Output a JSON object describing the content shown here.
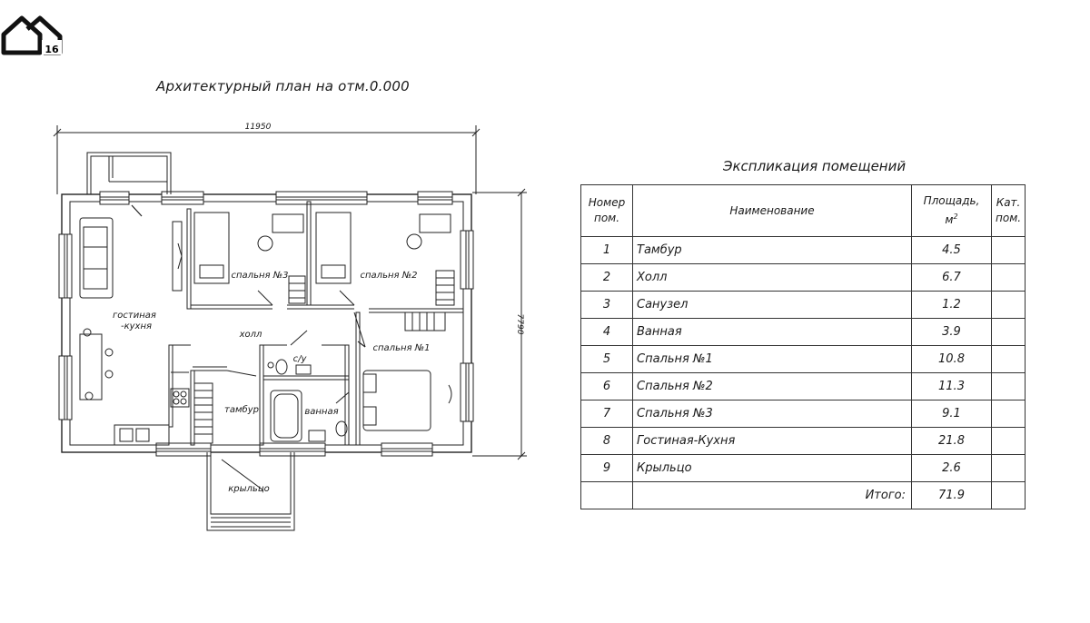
{
  "logo": {
    "badge": "16"
  },
  "plan": {
    "title": "Архитектурный план на отм.0.000",
    "dim_width": "11950",
    "dim_height": "7790",
    "room_labels": {
      "living": "гостиная",
      "living2": "-кухня",
      "hall": "холл",
      "vestibule": "тамбур",
      "bath": "ванная",
      "wc": "с/у",
      "bed1": "спальня №1",
      "bed2": "спальня №2",
      "bed3": "спальня №3",
      "porch": "крыльцо"
    }
  },
  "explication": {
    "title": "Экспликация помещений",
    "headers": {
      "num1": "Номер",
      "num2": "пом.",
      "name": "Наименование",
      "area1": "Площадь,",
      "area2": "м",
      "area_sup": "2",
      "cat1": "Кат.",
      "cat2": "пом."
    },
    "rows": [
      {
        "num": "1",
        "name": "Тамбур",
        "area": "4.5"
      },
      {
        "num": "2",
        "name": "Холл",
        "area": "6.7"
      },
      {
        "num": "3",
        "name": "Санузел",
        "area": "1.2"
      },
      {
        "num": "4",
        "name": "Ванная",
        "area": "3.9"
      },
      {
        "num": "5",
        "name": "Спальня №1",
        "area": "10.8"
      },
      {
        "num": "6",
        "name": "Спальня №2",
        "area": "11.3"
      },
      {
        "num": "7",
        "name": "Спальня №3",
        "area": "9.1"
      },
      {
        "num": "8",
        "name": "Гостиная-Кухня",
        "area": "21.8"
      },
      {
        "num": "9",
        "name": "Крыльцо",
        "area": "2.6"
      }
    ],
    "total_label": "Итого:",
    "total_value": "71.9"
  }
}
